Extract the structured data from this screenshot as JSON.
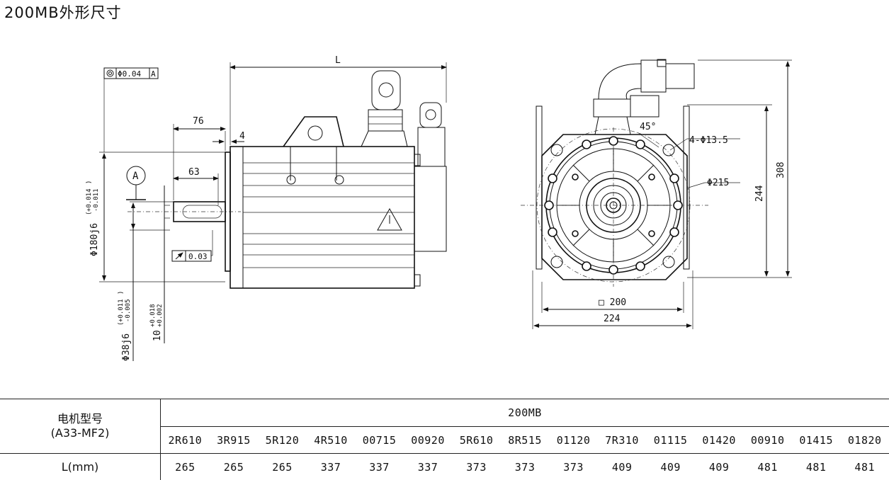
{
  "title": "200MB外形尺寸",
  "side_view": {
    "dim_L": "L",
    "dim_76": "76",
    "dim_4": "4",
    "dim_63": "63",
    "datum": "A",
    "tol_coaxial": "Φ0.04",
    "tol_coaxial_ref": "A",
    "tol_runout": "0.03",
    "dia_flange": "Φ180j6",
    "dia_flange_tol_upper": "+0.014",
    "dia_flange_tol_lower": "-0.011",
    "dia_shaft": "Φ38j6",
    "dia_shaft_tol_upper": "+0.011",
    "dia_shaft_tol_lower": "-0.005",
    "key_width": "10",
    "key_tol_upper": "+0.018",
    "key_tol_lower": "+0.002"
  },
  "front_view": {
    "angle": "45°",
    "bolt_holes": "4-Φ13.5",
    "pcd": "Φ215",
    "square": "□ 200",
    "width": "224",
    "height_244": "244",
    "height_308": "308"
  },
  "table": {
    "header_line1": "电机型号",
    "header_line2": "(A33-MF2)",
    "series": "200MB",
    "row_label": "L(mm)",
    "models": [
      "2R610",
      "3R915",
      "5R120",
      "4R510",
      "00715",
      "00920",
      "5R610",
      "8R515",
      "01120",
      "7R310",
      "01115",
      "01420",
      "00910",
      "01415",
      "01820"
    ],
    "lengths": [
      "265",
      "265",
      "265",
      "337",
      "337",
      "337",
      "373",
      "373",
      "373",
      "409",
      "409",
      "409",
      "481",
      "481",
      "481"
    ]
  }
}
